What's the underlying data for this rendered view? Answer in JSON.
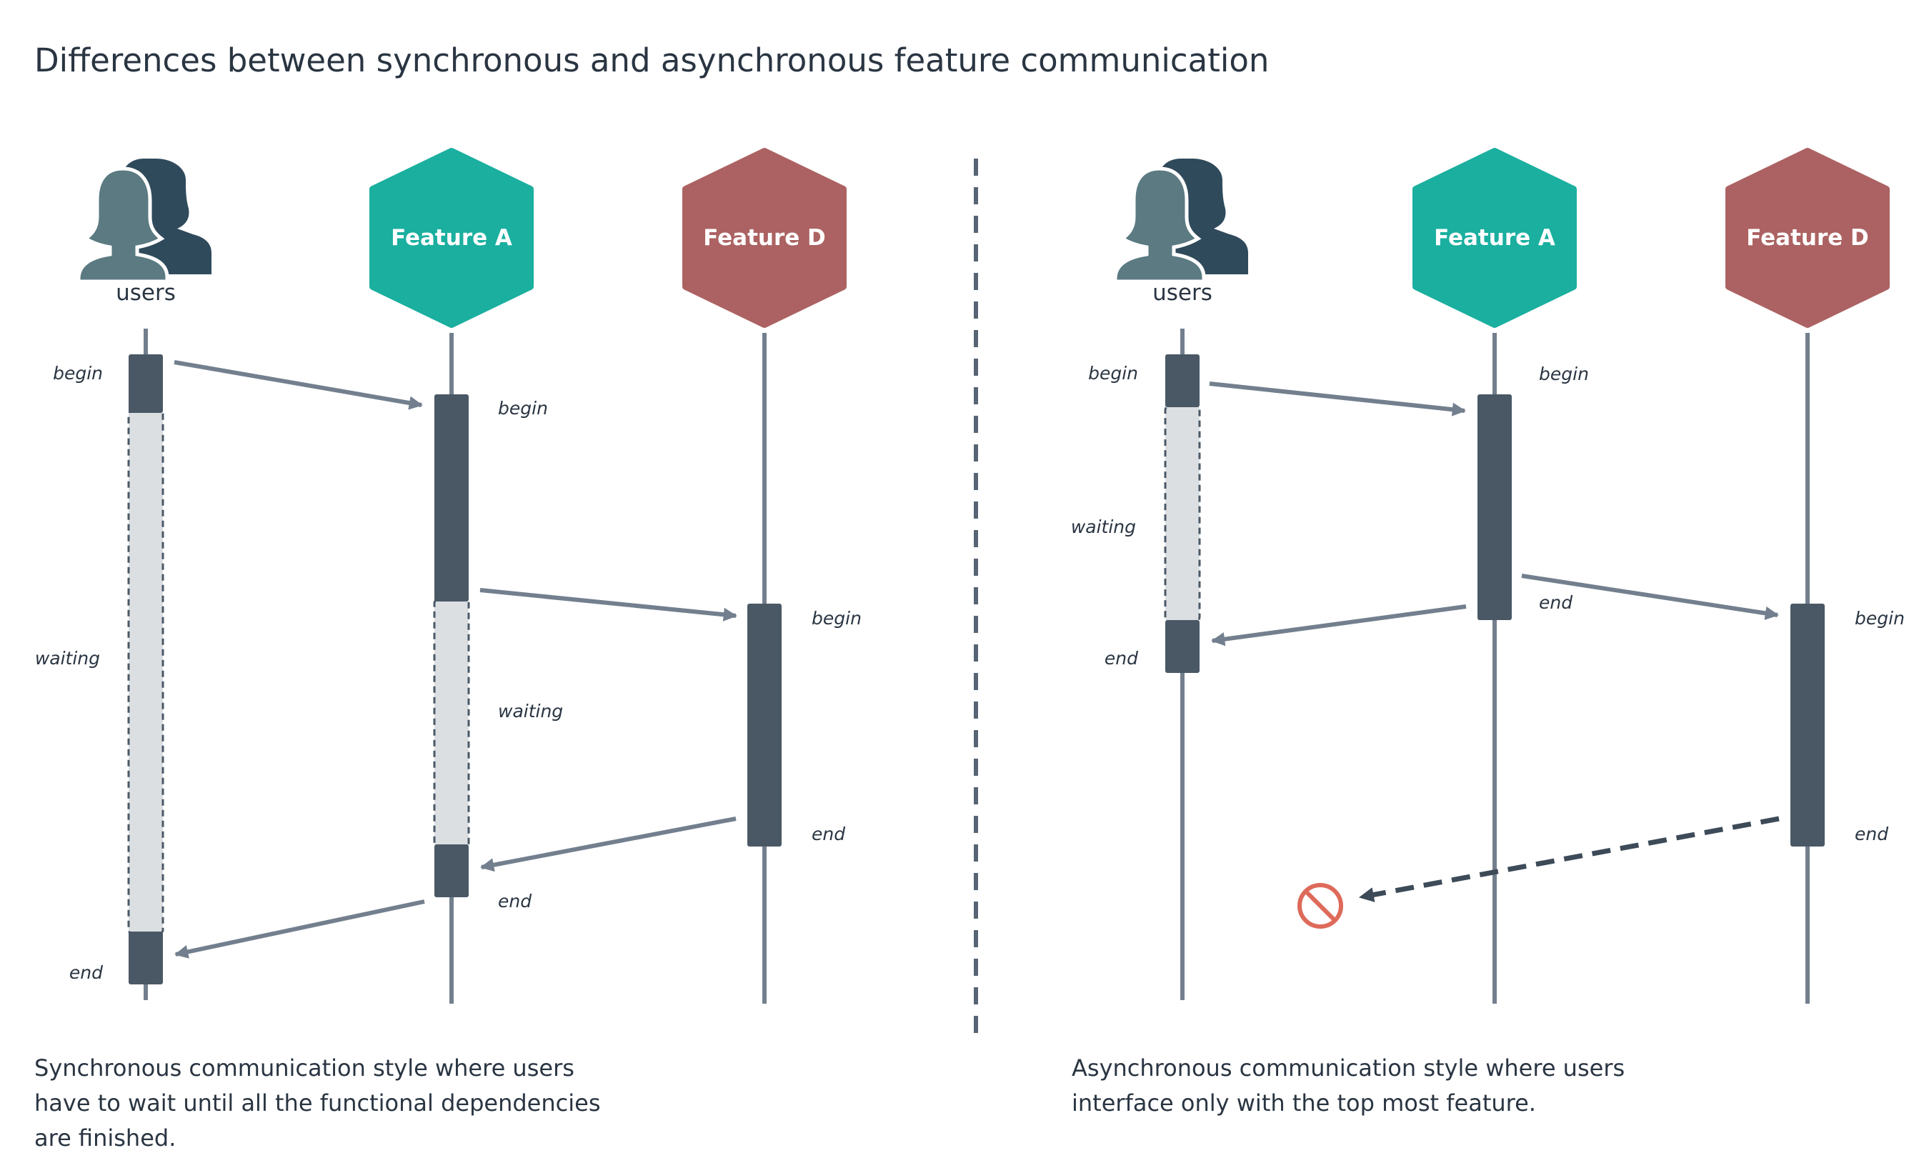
{
  "title": "Differences between synchronous and asynchronous feature communication",
  "colors": {
    "feature_a": "#1aaf9f",
    "feature_d": "#ac6262",
    "activation": "#4a5866",
    "waiting_fill": "#dcdfe2",
    "line": "#737f8e",
    "user_front": "#5b7a82",
    "user_back": "#2f4a5b",
    "blocked": "#de6a5a"
  },
  "sync": {
    "users_label": "users",
    "feature_a_label": "Feature A",
    "feature_d_label": "Feature D",
    "users_begin": "begin",
    "users_waiting": "waiting",
    "users_end": "end",
    "a_begin": "begin",
    "a_waiting": "waiting",
    "a_end": "end",
    "d_begin": "begin",
    "d_end": "end",
    "caption": [
      "Synchronous communication style where users",
      "have to wait until all the functional dependencies",
      "are finished."
    ]
  },
  "async": {
    "users_label": "users",
    "feature_a_label": "Feature A",
    "feature_d_label": "Feature D",
    "users_begin": "begin",
    "users_waiting": "waiting",
    "users_end": "end",
    "a_begin": "begin",
    "a_end": "end",
    "d_begin": "begin",
    "d_end": "end",
    "blocked_icon": "prohibited-icon",
    "caption": [
      "Asynchronous communication style where users",
      "interface only with the top most feature."
    ]
  }
}
